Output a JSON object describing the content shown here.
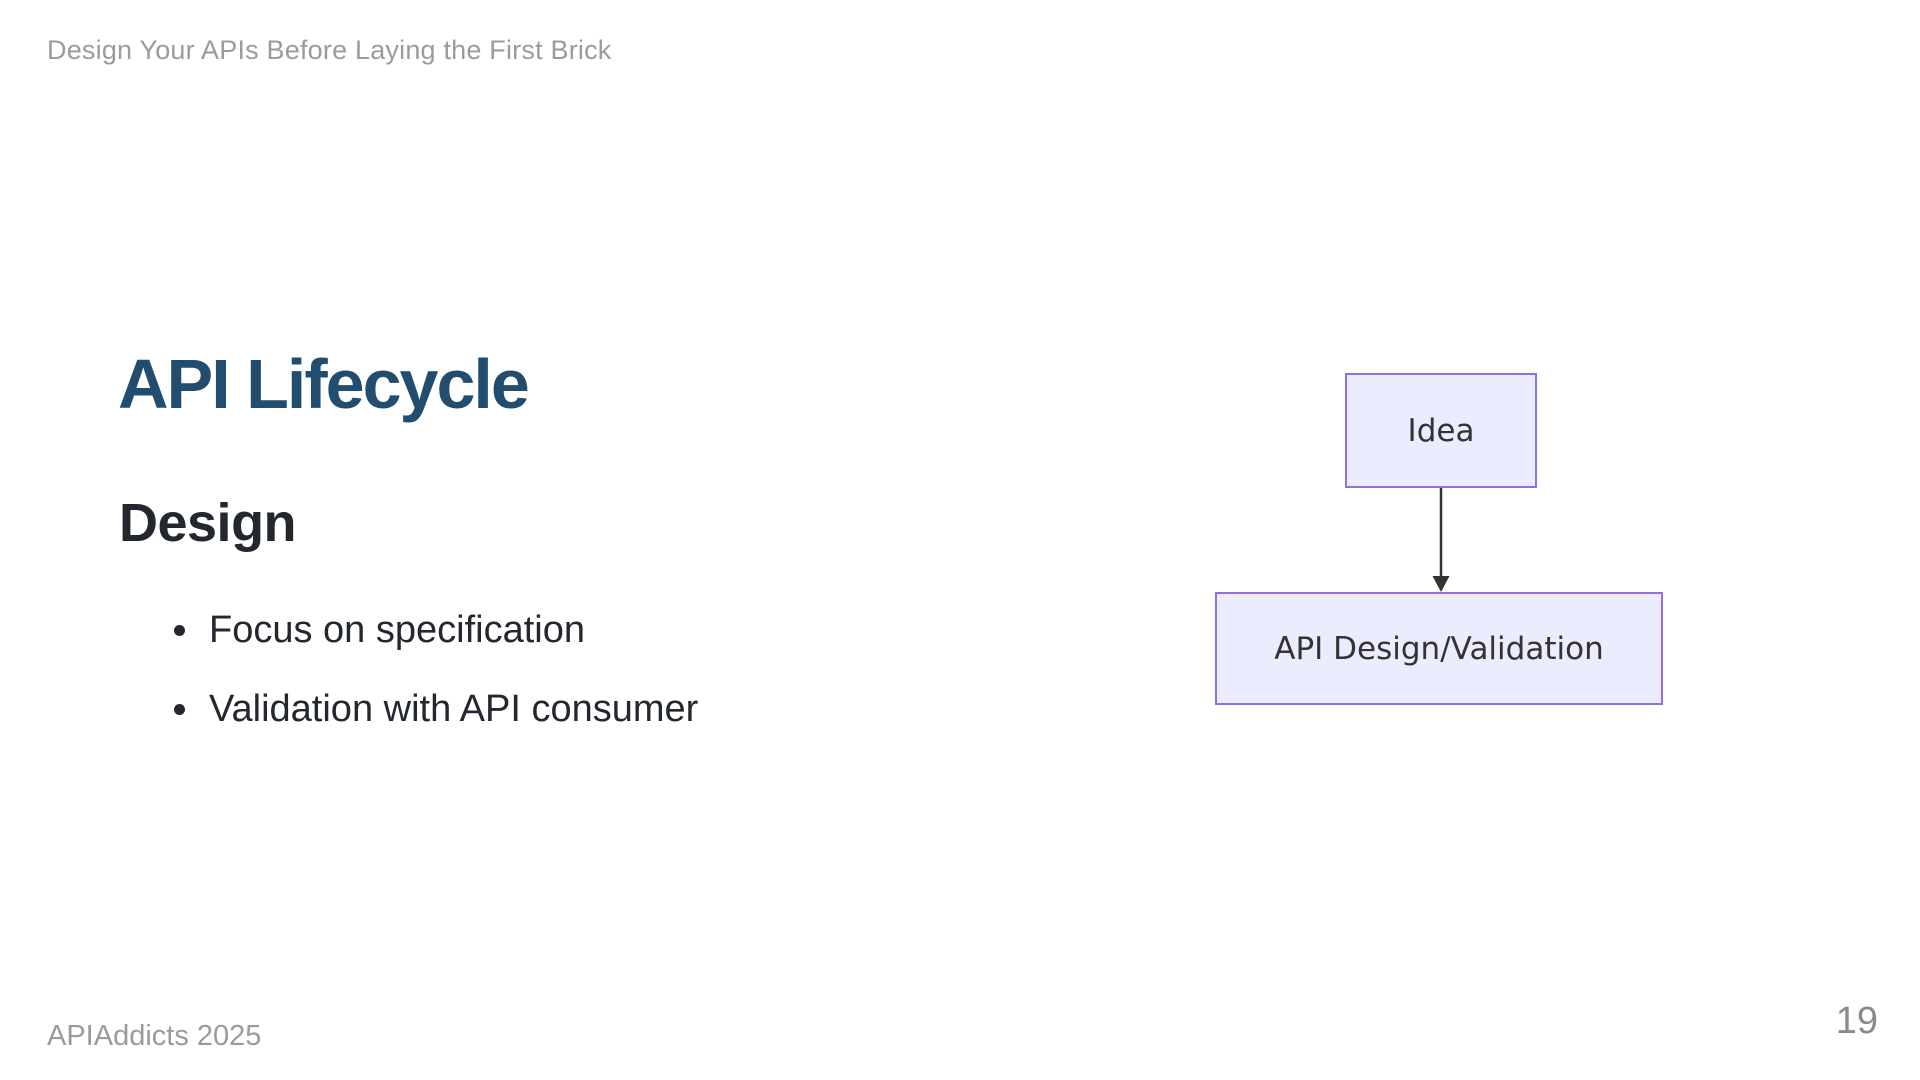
{
  "slide": {
    "header_title": "Design Your APIs Before Laying the First Brick",
    "title": "API Lifecycle",
    "section_heading": "Design",
    "bullets": [
      "Focus on specification",
      "Validation with API consumer"
    ],
    "footer_left": "APIAddicts 2025",
    "page_number": "19"
  },
  "diagram": {
    "type": "flowchart",
    "direction": "top-down",
    "nodes": [
      {
        "id": "idea",
        "label": "Idea"
      },
      {
        "id": "api-design-validation",
        "label": "API Design/Validation"
      }
    ],
    "edges": [
      {
        "from": "idea",
        "to": "api-design-validation"
      }
    ],
    "colors": {
      "node_fill": "#ECECFF",
      "node_border": "#9370DB",
      "node_text": "#333333",
      "edge": "#333333"
    }
  },
  "colors": {
    "background": "#FFFFFF",
    "title_text": "#234D6E",
    "body_text": "#23272E",
    "muted_text": "#9B9B9B",
    "page_number_text": "#8A8A8A"
  }
}
